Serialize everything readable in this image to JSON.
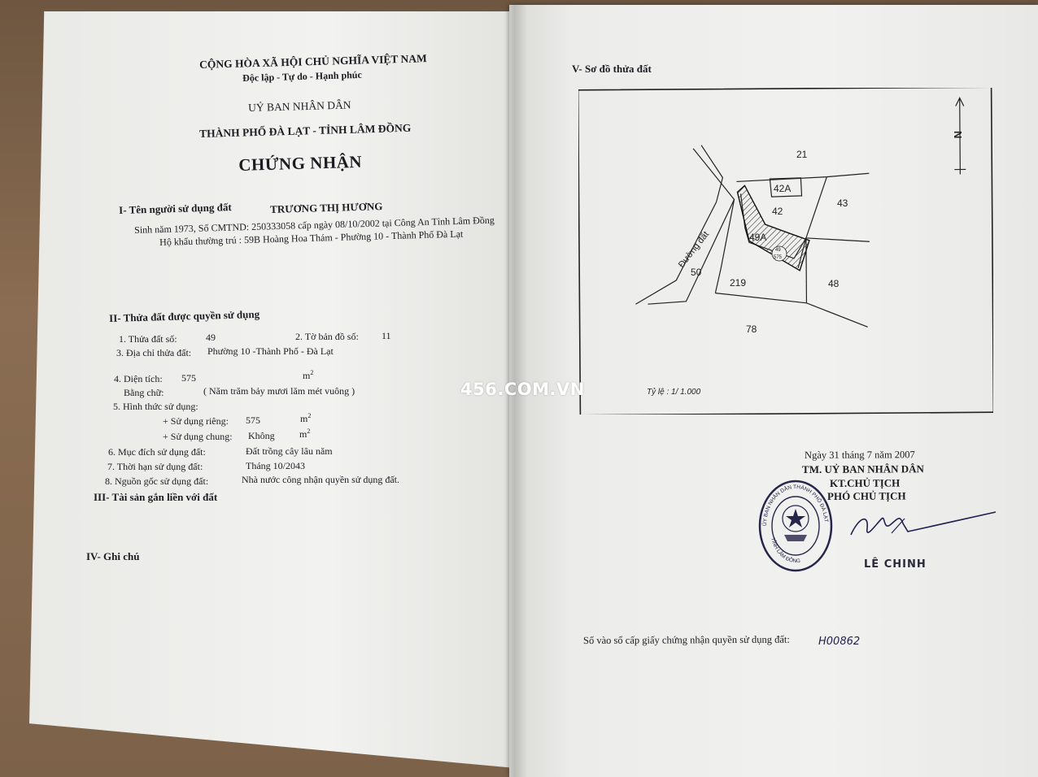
{
  "left_page": {
    "national_title": "CỘNG HÒA XÃ HỘI CHỦ NGHĨA VIỆT NAM",
    "motto": "Độc lập - Tự do - Hạnh phúc",
    "committee": "UỶ BAN NHÂN DÂN",
    "city": "THÀNH PHỐ ĐÀ LẠT - TỈNH LÂM ĐỒNG",
    "doc_title": "CHỨNG NHẬN",
    "section1": {
      "label": "I- Tên người sử dụng đất",
      "owner_name": "TRƯƠNG THỊ HƯƠNG",
      "line1": "Sinh năm 1973, Số CMTND:  250333058  cấp ngày 08/10/2002 tại Công An Tỉnh Lâm Đồng",
      "line2": "Hộ khẩu thường trú : 59B Hoàng Hoa Thám - Phường 10 - Thành Phố Đà Lạt"
    },
    "section2": {
      "label": "II- Thửa đất được quyền sử dụng",
      "parcel_no_label": "1. Thửa đất số:",
      "parcel_no": "49",
      "map_sheet_label": "2. Tờ bản đồ số:",
      "map_sheet": "11",
      "address_label": "3. Địa chỉ thửa đất:",
      "address": "Phường 10 -Thành Phố - Đà Lạt",
      "area_label": "4. Diện tích:",
      "area": "575",
      "unit": "m",
      "unit_sup": "2",
      "words_label": "Bằng chữ:",
      "words": "( Năm trăm bảy mươi lăm mét vuông )",
      "use_form_label": "5. Hình thức sử dụng:",
      "private_label": "+  Sử dụng riêng:",
      "private_value": "575",
      "common_label": "+  Sử dụng chung:",
      "common_value": "Không",
      "purpose_label": "6. Mục đích sử dụng đất:",
      "purpose": "Đất trồng cây lâu năm",
      "term_label": "7. Thời hạn sử dụng đất:",
      "term": "Tháng 10/2043",
      "origin_label": "8. Nguồn gốc sử dụng đất:",
      "origin": "Nhà nước công nhận quyền sử dụng đất."
    },
    "section3": "III- Tài sản gắn liền với đất",
    "section4": "IV- Ghi chú"
  },
  "watermark": "456.COM.VN",
  "right_page": {
    "section5": "V- Sơ đồ thửa đất",
    "map": {
      "parcels": [
        "21",
        "42A",
        "42",
        "43",
        "49A",
        "50",
        "219",
        "48",
        "78"
      ],
      "highlight_label_top": "49",
      "highlight_label_bottom": "575",
      "road": "Đường đất",
      "north": "N",
      "scale": "Tỷ lệ : 1/ 1.000"
    },
    "date_line": "Ngày  31  tháng  7  năm 2007",
    "signer_org": "TM. UỶ BAN NHÂN DÂN",
    "signer_role1": "KT.CHỦ TỊCH",
    "signer_role2": "PHÓ CHỦ TỊCH",
    "signer_name": "LÊ CHINH",
    "registry_label": "Số vào sổ cấp giấy chứng nhận quyền sử dụng đất:",
    "registry_no": "H00862",
    "stamp_text_top": "ỦY BAN NHÂN DÂN THÀNH PHỐ ĐÀ LẠT",
    "stamp_text_bottom": "TỈNH LÂM ĐỒNG"
  }
}
